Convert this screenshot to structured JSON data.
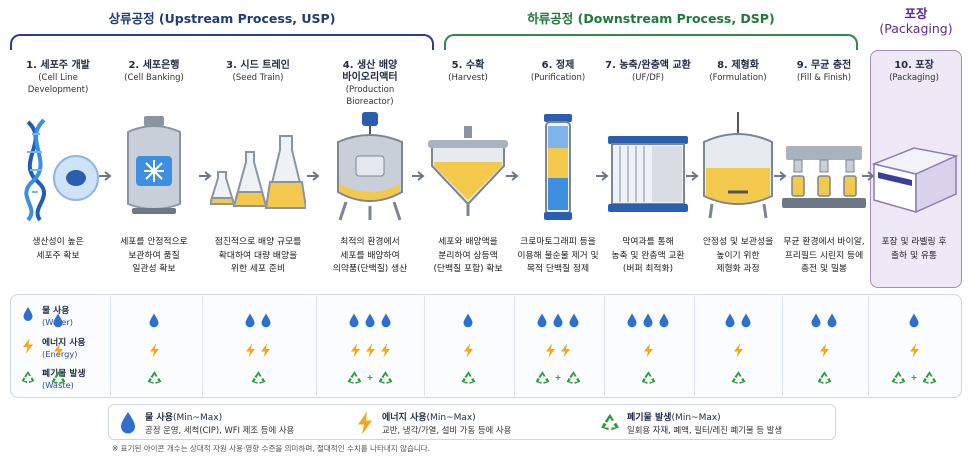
{
  "phases": {
    "usp": "상류공정 (Upstream Process, USP)",
    "dsp": "하류공정 (Downstream Process, DSP)",
    "pkg_line1": "포장",
    "pkg_line2": "(Packaging)"
  },
  "steps": [
    {
      "title": "1. 세포주 개발",
      "sub1": "(Cell Line",
      "sub2": "Development)",
      "desc1": "생산성이 높은",
      "desc2": "세포주 확보",
      "desc3": "",
      "icon": "dna-cell-icon",
      "water": 1,
      "energy": 1,
      "waste": 1
    },
    {
      "title": "2. 세포은행",
      "sub1": "(Cell Banking)",
      "sub2": "",
      "desc1": "세포를 안정적으로",
      "desc2": "보관하여 품질",
      "desc3": "일관성 확보",
      "icon": "freezer-tank-icon",
      "water": 1,
      "energy": 1,
      "waste": 1
    },
    {
      "title": "3. 시드 트레인",
      "sub1": "(Seed Train)",
      "sub2": "",
      "desc1": "점진적으로 배양 규모를",
      "desc2": "확대하여 대량 배양을",
      "desc3": "위한 세포 준비",
      "icon": "flasks-icon",
      "water": 2,
      "energy": 2,
      "waste": 1
    },
    {
      "title": "4. 생산 배양",
      "title2": "바이오리액터",
      "sub1": "(Production",
      "sub2": "Bioreactor)",
      "desc1": "최적의 환경에서",
      "desc2": "세포를 배양하여",
      "desc3": "의약품(단백질) 생산",
      "icon": "bioreactor-icon",
      "water": 3,
      "energy": 3,
      "waste": 2
    },
    {
      "title": "5. 수확",
      "sub1": "(Harvest)",
      "sub2": "",
      "desc1": "세포와 배양액을",
      "desc2": "분리하여 상등액",
      "desc3": "(단백질 포함) 확보",
      "icon": "harvest-tank-icon",
      "water": 1,
      "energy": 1,
      "waste": 1
    },
    {
      "title": "6. 정제",
      "sub1": "(Purification)",
      "sub2": "",
      "desc1": "크로마토그래피 등을",
      "desc2": "이용해 불순물 제거 및",
      "desc3": "목적 단백질 정제",
      "icon": "chromatography-column-icon",
      "water": 3,
      "energy": 2,
      "waste": 2
    },
    {
      "title": "7. 농축/완충액 교환",
      "sub1": "(UF/DF)",
      "sub2": "",
      "desc1": "막여과를 통해",
      "desc2": "농축 및 완충액 교환",
      "desc3": "(버퍼 최적화)",
      "icon": "filter-module-icon",
      "water": 3,
      "energy": 1,
      "waste": 1
    },
    {
      "title": "8. 제형화",
      "sub1": "(Formulation)",
      "sub2": "",
      "desc1": "안정성 및 보관성을",
      "desc2": "높이기 위한",
      "desc3": "제형화 과정",
      "icon": "mixing-tank-icon",
      "water": 2,
      "energy": 1,
      "waste": 1
    },
    {
      "title": "9. 무균 충전",
      "sub1": "(Fill & Finish)",
      "sub2": "",
      "desc1": "무균 환경에서 바이알,",
      "desc2": "프리필드 시린지 등에",
      "desc3": "충전 및 밀봉",
      "icon": "filling-line-icon",
      "water": 2,
      "energy": 1,
      "waste": 1
    },
    {
      "title": "10. 포장",
      "sub1": "(Packaging)",
      "sub2": "",
      "desc1": "포장 및 라벨링 후",
      "desc2": "출하 및 유통",
      "desc3": "",
      "icon": "package-box-icon",
      "water": 1,
      "energy": 1,
      "waste": 2
    }
  ],
  "resources": {
    "water_label": "물 사용",
    "water_sub": "(Water)",
    "energy_label": "에너지 사용",
    "energy_sub": "(Energy)",
    "waste_label": "폐기물 발생",
    "waste_sub": "(Waste)",
    "plus": "+"
  },
  "legend": {
    "water_title": "물 사용",
    "water_range": "(Min~Max)",
    "water_desc": "공정 운영, 세척(CIP), WFI 제조 등에 사용",
    "energy_title": "에너지 사용",
    "energy_range": "(Min~Max)",
    "energy_desc": "교반, 냉각/가열, 설비 가동 등에 사용",
    "waste_title": "폐기물 발생",
    "waste_range": "(Min~Max)",
    "waste_desc": "일회용 자재, 폐액, 필터/레진 폐기물 등 발생"
  },
  "footnote": "※ 표기된 아이콘 개수는 상대적 자원 사용·영향 수준을 의미하며, 절대적인 수치를 나타내지 않습니다.",
  "colors": {
    "usp": "#2a3f8f",
    "dsp": "#2f8a4a",
    "pkg": "#a78bc9",
    "water": "#2f6fd0",
    "energy": "#f0a81c",
    "waste": "#2e9b3c"
  }
}
